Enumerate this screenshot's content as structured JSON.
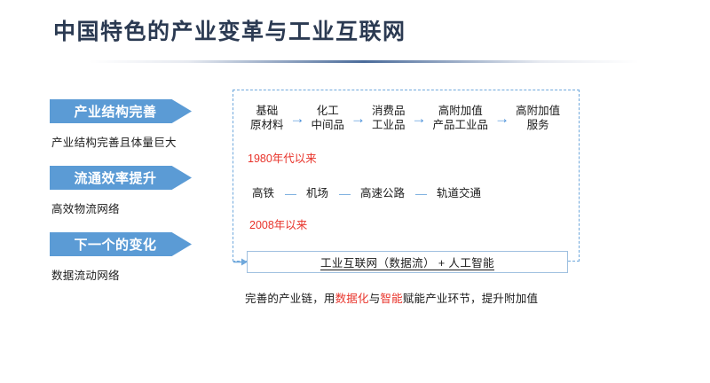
{
  "slide": {
    "title": "中国特色的产业变革与工业互联网"
  },
  "left_column": {
    "stages": [
      {
        "banner": "产业结构完善",
        "caption": "产业结构完善且体量巨大"
      },
      {
        "banner": "流通效率提升",
        "caption": "高效物流网络"
      },
      {
        "banner": "下一个的变化",
        "caption": "数据流动网络"
      }
    ]
  },
  "diagram": {
    "industry_chain": {
      "era_label": "1980年代以来",
      "connector": "→",
      "nodes": [
        {
          "line1": "基础",
          "line2": "原材料"
        },
        {
          "line1": "化工",
          "line2": "中间品"
        },
        {
          "line1": "消费品",
          "line2": "工业品"
        },
        {
          "line1": "高附加值",
          "line2": "产品工业品"
        },
        {
          "line1": "高附加值",
          "line2": "服务"
        }
      ]
    },
    "transport_network": {
      "era_label": "2008年以来",
      "connector": "—",
      "nodes": [
        {
          "line1": "高铁"
        },
        {
          "line1": "机场"
        },
        {
          "line1": "高速公路"
        },
        {
          "line1": "轨道交通"
        }
      ]
    },
    "result_box": {
      "label": "工业互联网（数据流） + 人工智能"
    }
  },
  "footnote": {
    "part1": "完善的产业链，用",
    "highlight1": "数据化",
    "part2": "与",
    "highlight2": "智能",
    "part3": "赋能产业环节，提升附加值"
  },
  "colors": {
    "banner_blue": "#5b9bd5",
    "arrow_blue": "#4a90d9",
    "dashed_blue": "#6fa8dc",
    "accent_red": "#e8332a",
    "title_navy": "#2b3a52"
  }
}
